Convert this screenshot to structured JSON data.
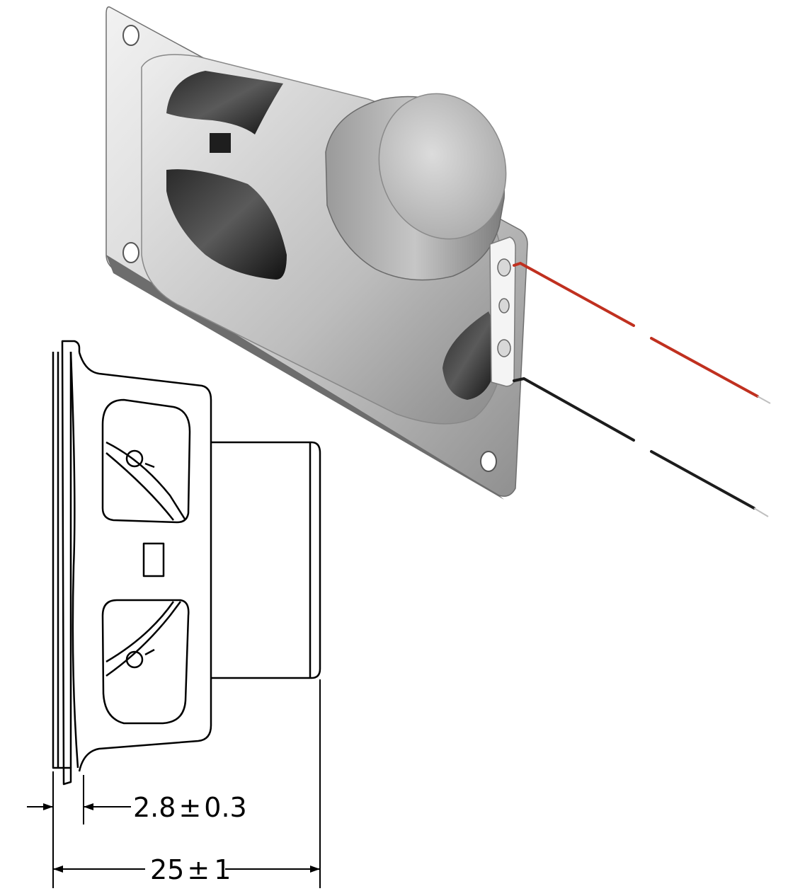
{
  "dimensions": {
    "flange_thickness": {
      "value": "2.8",
      "tolerance_symbol": "±",
      "tolerance": "0.3"
    },
    "overall_depth": {
      "value": "25",
      "tolerance_symbol": "±",
      "tolerance": "1"
    }
  },
  "colors": {
    "metal_light": "#e6e6e6",
    "metal_mid": "#bdbdbd",
    "metal_dark": "#7a7a7a",
    "opening_dark": "#1a1a1a",
    "wire_red": "#c0301f",
    "wire_black": "#1c1c1c",
    "line": "#000000"
  }
}
